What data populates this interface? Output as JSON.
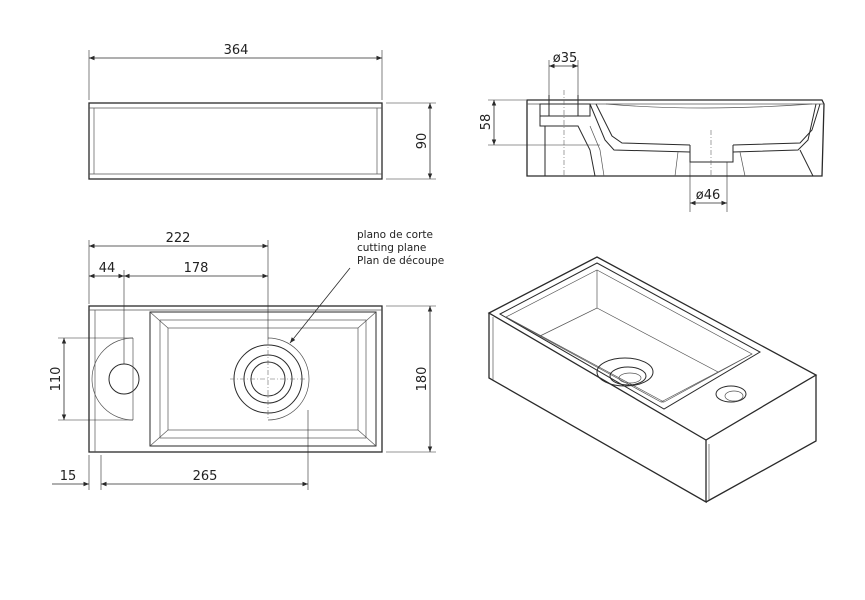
{
  "top_view": {
    "width_label": "364",
    "height_label": "90"
  },
  "section_view": {
    "drain_diameter_top": "ø35",
    "drain_diameter_bottom": "ø46",
    "depth_label": "58"
  },
  "plan_view": {
    "dim_222": "222",
    "dim_44": "44",
    "dim_178": "178",
    "dim_110": "110",
    "dim_180": "180",
    "dim_15": "15",
    "dim_265": "265",
    "note_es": "plano de corte",
    "note_en": "cutting plane",
    "note_fr": "Plan de découpe"
  }
}
